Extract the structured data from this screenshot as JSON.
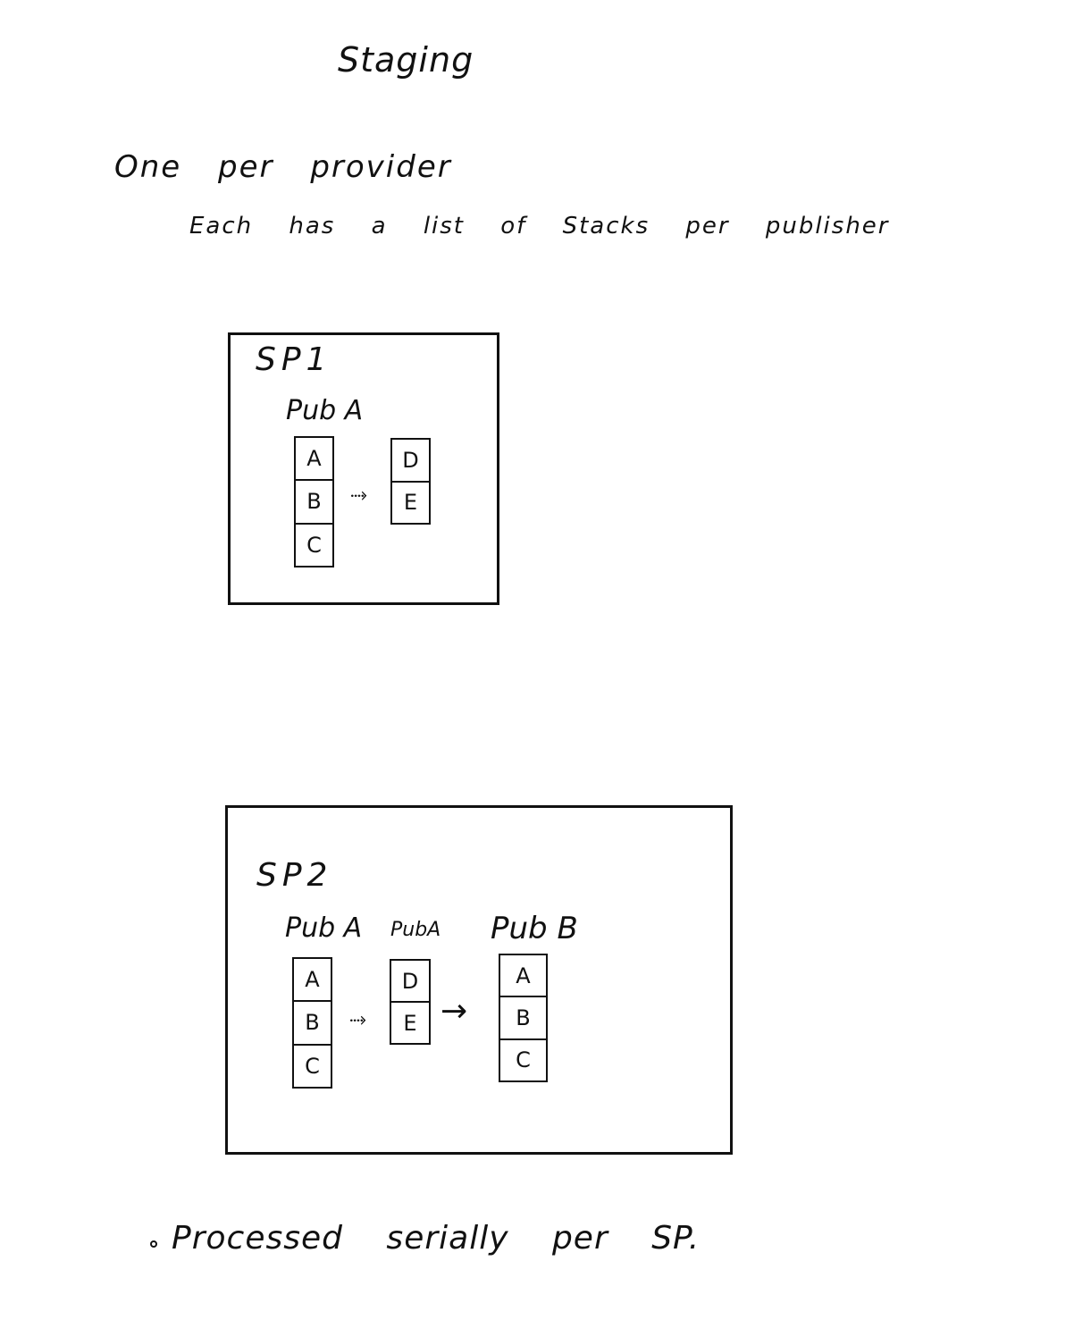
{
  "title": "Staging",
  "notes": {
    "line1": "One per provider",
    "line2": "Each has a list of Stacks per publisher"
  },
  "panels": [
    {
      "label": "SP1",
      "publishers": [
        {
          "label": "Pub A"
        }
      ],
      "stacks": [
        {
          "items": [
            "A",
            "B",
            "C"
          ]
        },
        {
          "items": [
            "D",
            "E"
          ]
        }
      ]
    },
    {
      "label": "SP2",
      "publishers": [
        {
          "label": "Pub A"
        },
        {
          "label": "PubA"
        },
        {
          "label": "Pub B"
        }
      ],
      "stacks": [
        {
          "items": [
            "A",
            "B",
            "C"
          ]
        },
        {
          "items": [
            "D",
            "E"
          ]
        },
        {
          "items": [
            "A",
            "B",
            "C"
          ]
        }
      ]
    }
  ],
  "footer": "Processed serially per SP."
}
